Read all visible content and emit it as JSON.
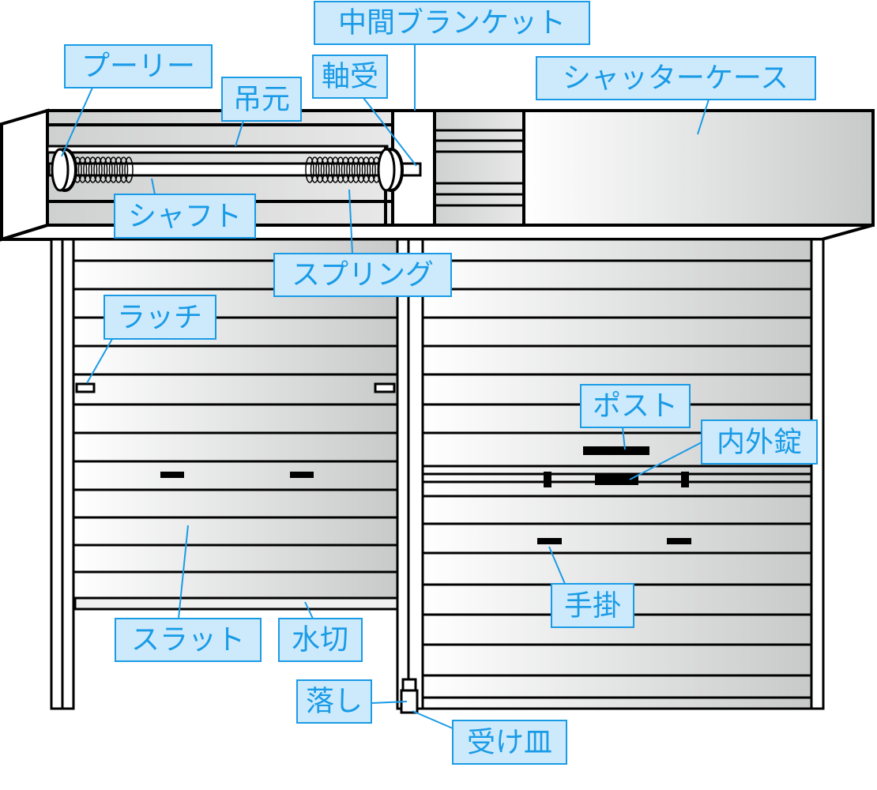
{
  "title": "シャッター各部名称",
  "labels": {
    "middle_bracket": "中間ブランケット",
    "pulley": "プーリー",
    "hanger": "吊元",
    "bearing": "軸受",
    "shutter_case": "シャッターケース",
    "shaft": "シャフト",
    "spring": "スプリング",
    "latch": "ラッチ",
    "post": "ポスト",
    "lock": "内外錠",
    "handle": "手掛",
    "slat": "スラット",
    "weatherbar": "水切",
    "drop_bolt": "落し",
    "receiver": "受け皿"
  },
  "colors": {
    "label_fill": "#cdeafd",
    "label_stroke": "#1a9be6",
    "panel_gray": "#c8c9c9"
  }
}
